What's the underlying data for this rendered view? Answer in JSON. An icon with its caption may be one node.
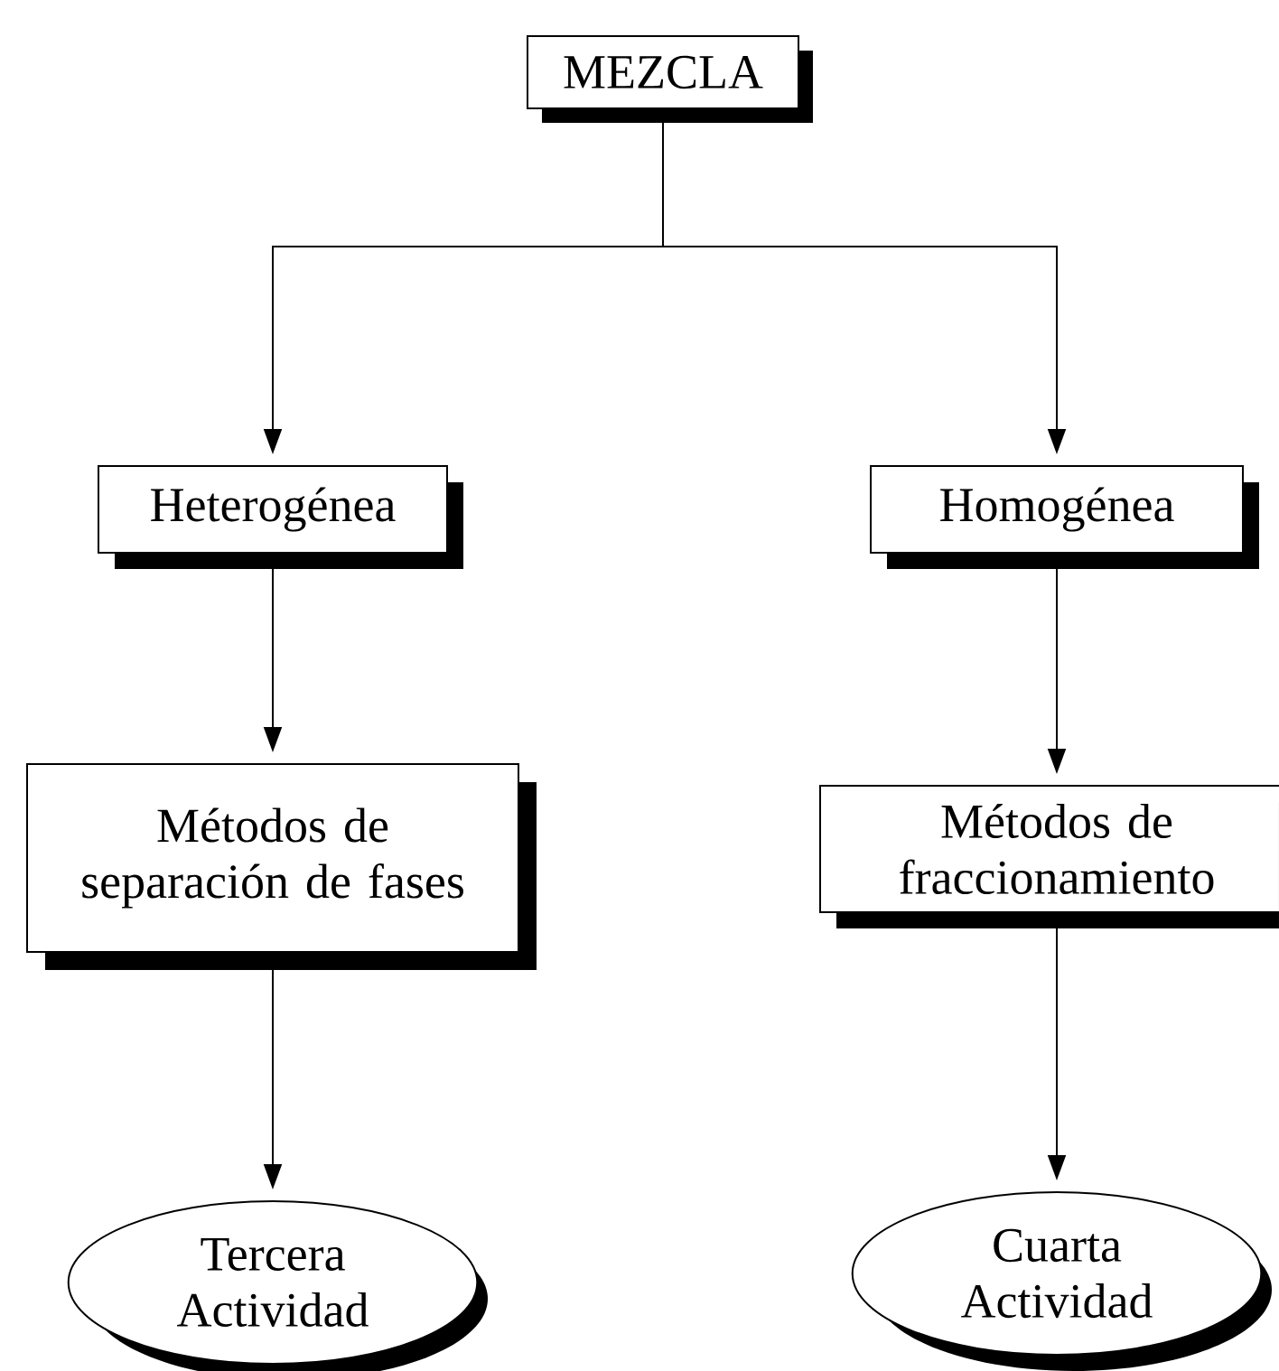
{
  "diagram": {
    "nodes": [
      {
        "text": [
          "MEZCLA"
        ]
      },
      {
        "text": [
          "Heterogénea"
        ]
      },
      {
        "text": [
          "Homogénea"
        ]
      },
      {
        "text": [
          "Métodos de separación de fases"
        ]
      },
      {
        "text": [
          "Métodos de fraccionamiento"
        ]
      },
      {
        "text": [
          "Tercera Actividad"
        ]
      },
      {
        "text": [
          "Cuarta Actividad"
        ]
      }
    ],
    "edges": [
      {
        "from": 0,
        "to": 1,
        "arrow": "to"
      },
      {
        "from": 0,
        "to": 2,
        "arrow": "to"
      },
      {
        "from": 1,
        "to": 3,
        "arrow": "to"
      },
      {
        "from": 2,
        "to": 4,
        "arrow": "to"
      },
      {
        "from": 3,
        "to": 5,
        "arrow": "to"
      },
      {
        "from": 4,
        "to": 6,
        "arrow": "to"
      }
    ]
  }
}
